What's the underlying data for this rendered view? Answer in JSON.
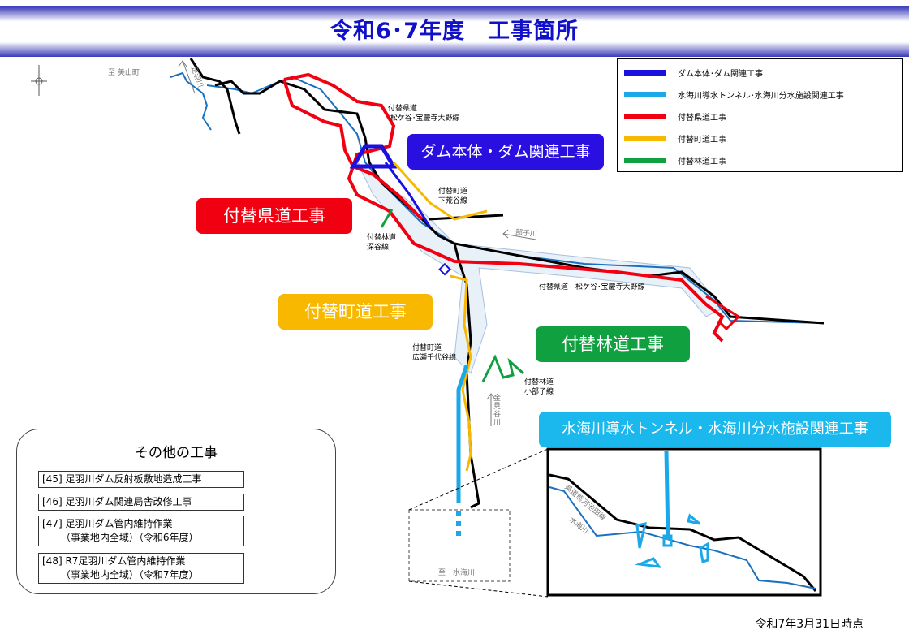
{
  "title": "令和6･7年度　工事箇所",
  "map_labels": {
    "to_miyama": "至 美山町",
    "asuwa_river": "足羽川",
    "kendo_north": "付替県道\n 松ケ谷･宝慶寺大野線",
    "chodo_shimoara": "付替町道\n下荒谷線",
    "rindo_fukatani": "付替林道\n深谷線",
    "bushi_river": "部子川",
    "kendo_east": "付替県道　松ケ谷･宝慶寺大野線",
    "chodo_hirose": "付替町道\n広瀬千代谷線",
    "rindo_kobushi": "付替林道\n小部子線",
    "kanmidani_river": "金見谷川",
    "to_mizumi": "至　水海川",
    "inset_road": "県道熊河池田線",
    "inset_river": "水海川"
  },
  "callouts": {
    "dam": "ダム本体・ダム関連工事",
    "kendo": "付替県道工事",
    "chodo": "付替町道工事",
    "rindo": "付替林道工事",
    "tunnel": "水海川導水トンネル・水海川分水施設関連工事"
  },
  "legend": [
    {
      "label": "ダム本体･ダム関連工事",
      "color": "#1a10e0"
    },
    {
      "label": "水海川導水トンネル･水海川分水施設関連工事",
      "color": "#1aa8e8"
    },
    {
      "label": "付替県道工事",
      "color": "#f00010"
    },
    {
      "label": "付替町道工事",
      "color": "#f8b800"
    },
    {
      "label": "付替林道工事",
      "color": "#10a040"
    }
  ],
  "other_works": {
    "title": "その他の工事",
    "items": [
      "[45] 足羽川ダム反射板敷地造成工事",
      "[46] 足羽川ダム関連局舎改修工事",
      "[47] 足羽川ダム管内維持作業\n      （事業地内全域）（令和6年度）",
      "[48] R7足羽川ダム管内維持作業\n      （事業地内全域）（令和7年度）"
    ]
  },
  "as_of": "令和7年3月31日時点"
}
